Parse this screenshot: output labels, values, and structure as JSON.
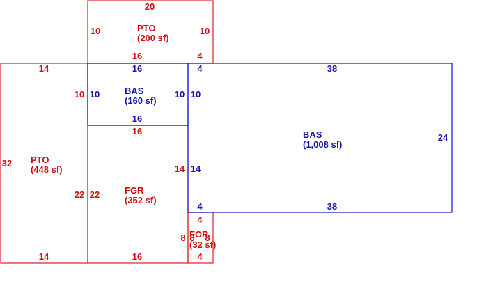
{
  "areas": {
    "pto_top": {
      "name": "PTO",
      "area": "(200 sf)"
    },
    "pto_left": {
      "name": "PTO",
      "area": "(448 sf)"
    },
    "bas_small": {
      "name": "BAS",
      "area": "(160 sf)"
    },
    "bas_large": {
      "name": "BAS",
      "area": "(1,008 sf)"
    },
    "fgr": {
      "name": "FGR",
      "area": "(352 sf)"
    },
    "for": {
      "name": "FOR",
      "area": "(32 sf)"
    }
  },
  "dims": {
    "pto_top_top": "20",
    "pto_top_left": "10",
    "pto_top_right": "10",
    "pto_top_bottom": "16",
    "pto_top_bottom_small": "4",
    "pto_left_top": "14",
    "pto_left_left": "32",
    "pto_left_bottom": "14",
    "pto_left_right_upper": "10",
    "pto_left_right_lower": "22",
    "bas_small_top": "16",
    "bas_small_left": "10",
    "bas_small_right_red": "10",
    "bas_small_right_blue": "10",
    "bas_small_bottom": "16",
    "bas_large_top_small": "4",
    "bas_large_top": "38",
    "bas_large_right": "24",
    "bas_large_bottom_small": "4",
    "bas_large_bottom": "38",
    "fgr_top": "16",
    "fgr_left": "22",
    "fgr_right_red": "14",
    "fgr_right_blue": "14",
    "fgr_bottom": "16",
    "for_top": "4",
    "for_left": "8",
    "for_mid_a": "8",
    "for_mid_b": "8",
    "for_bottom": "4"
  },
  "colors": {
    "pto_fgr_for": "#cc1010",
    "bas": "#1515b0"
  }
}
